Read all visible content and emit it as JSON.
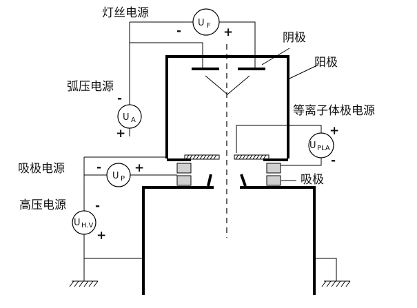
{
  "labels": {
    "filament_supply": "灯丝电源",
    "cathode": "阴极",
    "anode": "阳极",
    "arc_supply": "弧压电源",
    "plasma_supply": "等离子体极电源",
    "extractor_supply": "吸极电源",
    "extractor": "吸极",
    "high_voltage_supply": "高压电源"
  },
  "meters": {
    "uf": {
      "main": "U",
      "sub": "F"
    },
    "ua": {
      "main": "U",
      "sub": "A"
    },
    "upla": {
      "main": "U",
      "sub": "PLA"
    },
    "up": {
      "main": "U",
      "sub": "P"
    },
    "uhv": {
      "main": "U",
      "sub": "H.V"
    }
  },
  "signs": {
    "uf_minus": "-",
    "uf_plus": "+",
    "ua_minus": "-",
    "ua_plus": "+",
    "upla_plus": "+",
    "upla_minus": "-",
    "up_minus": "-",
    "up_plus": "+",
    "uhv_minus": "-",
    "uhv_plus": "+"
  }
}
